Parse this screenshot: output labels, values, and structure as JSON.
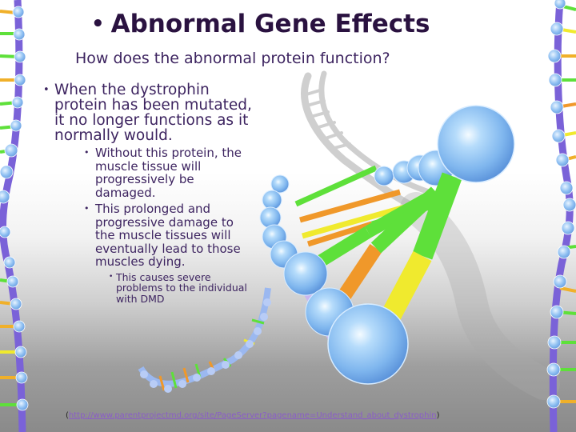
{
  "slide": {
    "title": "Abnormal Gene Effects",
    "subtitle": "How does the abnormal protein function?",
    "bullets": [
      {
        "text": "When the dystrophin protein has been mutated, it no longer functions as it normally would.",
        "children": [
          {
            "text": "Without this protein, the muscle tissue will progressively be damaged."
          },
          {
            "text": "This prolonged and progressive damage to the muscle tissues will eventually lead to those muscles dying.",
            "children": [
              {
                "text": "This causes severe problems to the individual with DMD"
              }
            ]
          }
        ]
      }
    ],
    "citation": {
      "open": "(",
      "link_text": "http://www.parentprojectmd.org/site/PageServer?pagename=Understand_about_dystrophin",
      "close": ")"
    },
    "image": {
      "icon": "dna-double-helix-illustration",
      "colors": {
        "sphere": "#8ec4f5",
        "strand": "#7a62d8",
        "green": "#5ee03a",
        "orange": "#f0982a",
        "yellow": "#f2ea2e",
        "shadow": "#c8c8c8"
      }
    },
    "colors": {
      "title": "#2a1240",
      "text": "#3d2460",
      "link": "#8a5cc8"
    }
  }
}
